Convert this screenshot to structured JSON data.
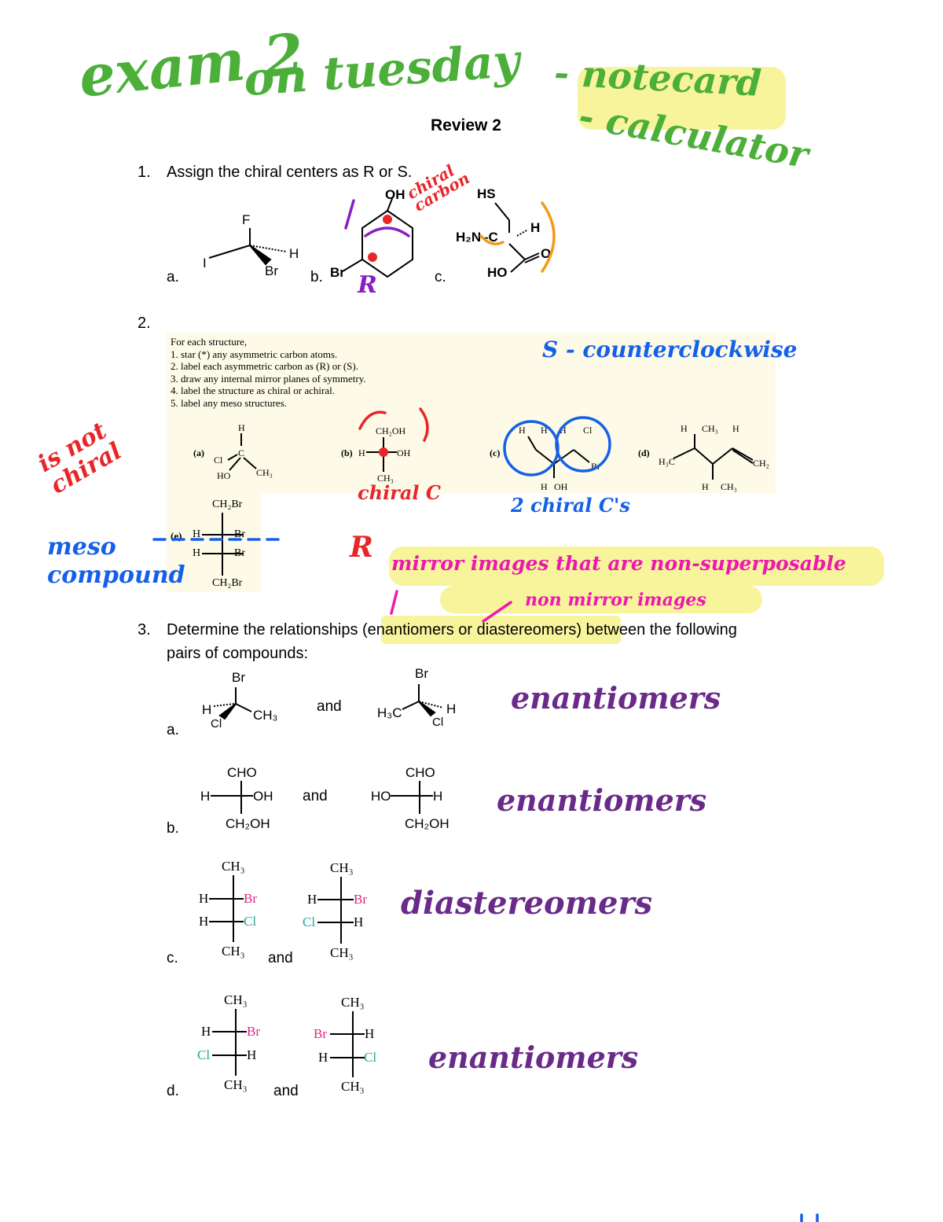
{
  "title": "Review 2",
  "q1": {
    "num": "1.",
    "text": "Assign the chiral centers as R or S.",
    "labels": [
      "a.",
      "b.",
      "c."
    ],
    "a_atoms": {
      "F": "F",
      "H": "H",
      "Br": "Br",
      "I": "I"
    },
    "b_atoms": {
      "OH": "OH",
      "Br": "Br"
    },
    "c_atoms": {
      "HS": "HS",
      "H2N": "H₂N–C",
      "H": "H",
      "O": "O",
      "HO": "HO"
    }
  },
  "q2": {
    "num": "2.",
    "instructions": [
      "For each structure,",
      "1.   star (*) any asymmetric carbon atoms.",
      "2.   label each asymmetric carbon as (R) or (S).",
      "3.   draw any internal mirror planes of symmetry.",
      "4.   label the structure as chiral or achiral.",
      "5.   label any meso structures."
    ],
    "parts": {
      "a": "(a)",
      "b": "(b)",
      "c": "(c)",
      "d": "(d)",
      "e": "(e)"
    },
    "a_atoms": {
      "H": "H",
      "Cl": "Cl",
      "C": "C",
      "HO": "HO",
      "CH3": "CH₃"
    },
    "b_atoms": {
      "CH2OH": "CH₂OH",
      "H": "H",
      "OH": "OH",
      "CH3": "CH₃"
    },
    "c_atoms": [
      "H",
      "H",
      "H",
      "Cl",
      "Br",
      "H",
      "OH"
    ],
    "d_atoms": [
      "H",
      "CH₃",
      "H",
      "H₃C",
      "CH₂",
      "H",
      "CH₃"
    ],
    "e_atoms": {
      "top": "CH₂Br",
      "r1l": "H",
      "r1r": "Br",
      "r2l": "H",
      "r2r": "Br",
      "bottom": "CH₂Br"
    }
  },
  "q3": {
    "num": "3.",
    "text_before": "Determine the relationships ",
    "text_highlight": "(enantiomers or diastereomers)",
    "text_after": " between the following",
    "text_line2": "pairs of compounds:",
    "and": "and",
    "labels": [
      "a.",
      "b.",
      "c.",
      "d."
    ],
    "a": {
      "left": [
        "Br",
        "H",
        "Cl",
        "CH₃"
      ],
      "right": [
        "Br",
        "H₃C",
        "H",
        "Cl"
      ]
    },
    "b": {
      "left": [
        "CHO",
        "H",
        "OH",
        "CH₂OH"
      ],
      "right": [
        "CHO",
        "HO",
        "H",
        "CH₂OH"
      ]
    },
    "c": {
      "left": [
        "CH₃",
        "H",
        "Br",
        "H",
        "Cl",
        "CH₃"
      ],
      "right": [
        "CH₃",
        "H",
        "Br",
        "Cl",
        "H",
        "CH₃"
      ]
    },
    "d": {
      "left": [
        "CH₃",
        "H",
        "Br",
        "Cl",
        "H",
        "CH₃"
      ],
      "right": [
        "CH₃",
        "Br",
        "H",
        "H",
        "Cl",
        "CH₃"
      ]
    }
  },
  "handwriting": {
    "exam2": "exam 2",
    "on_tuesday": "on tuesday",
    "notecard": "- notecard",
    "calculator": "- calculator",
    "chiral_carbon": "chiral carbon",
    "s_counterclockwise": "S - counterclockwise",
    "is_not_chiral": "is not chiral",
    "meso_compound": "meso compound",
    "chiral_c": "chiral C",
    "two_chiral_cs": "2 chiral C's",
    "mirror_images": "mirror images that are non-superposable",
    "non_mirror_images": "non mirror images",
    "ans_a": "enantiomers",
    "ans_b": "enantiomers",
    "ans_c": "diastereomers",
    "ans_d": "enantiomers",
    "R": "R"
  },
  "colors": {
    "green": "#4caf3a",
    "purple": "#8a1cc4",
    "orange": "#f39a1a",
    "red": "#e8262a",
    "blue": "#1560e8",
    "magenta": "#ee18b0",
    "darkpurple": "#6a2a8a",
    "pink": "#e0238a",
    "teal": "#2aa39a",
    "highlight": "#f5f07a"
  }
}
